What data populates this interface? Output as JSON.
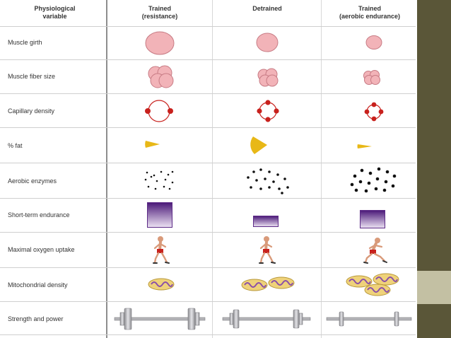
{
  "header": {
    "variable_line1": "Physiological",
    "variable_line2": "variable",
    "col1_line1": "Trained",
    "col1_line2": "(resistance)",
    "col2_line1": "Detrained",
    "col2_line2": "",
    "col3_line1": "Trained",
    "col3_line2": "(aerobic endurance)"
  },
  "rows": [
    {
      "label": "Muscle girth"
    },
    {
      "label": "Muscle fiber size"
    },
    {
      "label": "Capillary density"
    },
    {
      "label": "% fat"
    },
    {
      "label": "Aerobic enzymes"
    },
    {
      "label": "Short-term endurance"
    },
    {
      "label": "Maximal oxygen uptake"
    },
    {
      "label": "Mitochondrial density"
    },
    {
      "label": "Strength and power"
    }
  ],
  "colors": {
    "muscle_fill": "#f2b3b8",
    "muscle_stroke": "#c77b84",
    "capillary_red": "#c8211d",
    "fat_yellow": "#e8b817",
    "enzyme_black": "#111111",
    "endurance_purple": "#5c2a86",
    "mito_yellow": "#efd27a",
    "mito_purple": "#8a4fa8",
    "barbell_gray": "#a9a9ad",
    "side_panel": "#5a5638",
    "side_accent": "#c3c0a3"
  }
}
